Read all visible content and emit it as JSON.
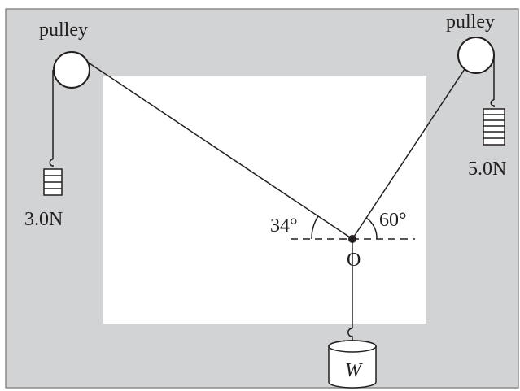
{
  "labels": {
    "pulley_left": "pulley",
    "pulley_right": "pulley",
    "mass_left": "3.0N",
    "mass_right": "5.0N",
    "angle_left": "34°",
    "angle_right": "60°",
    "point": "O",
    "weight": "W"
  },
  "colors": {
    "board": "#d1d3d4",
    "paper": "#ffffff",
    "ink": "#231f20"
  }
}
